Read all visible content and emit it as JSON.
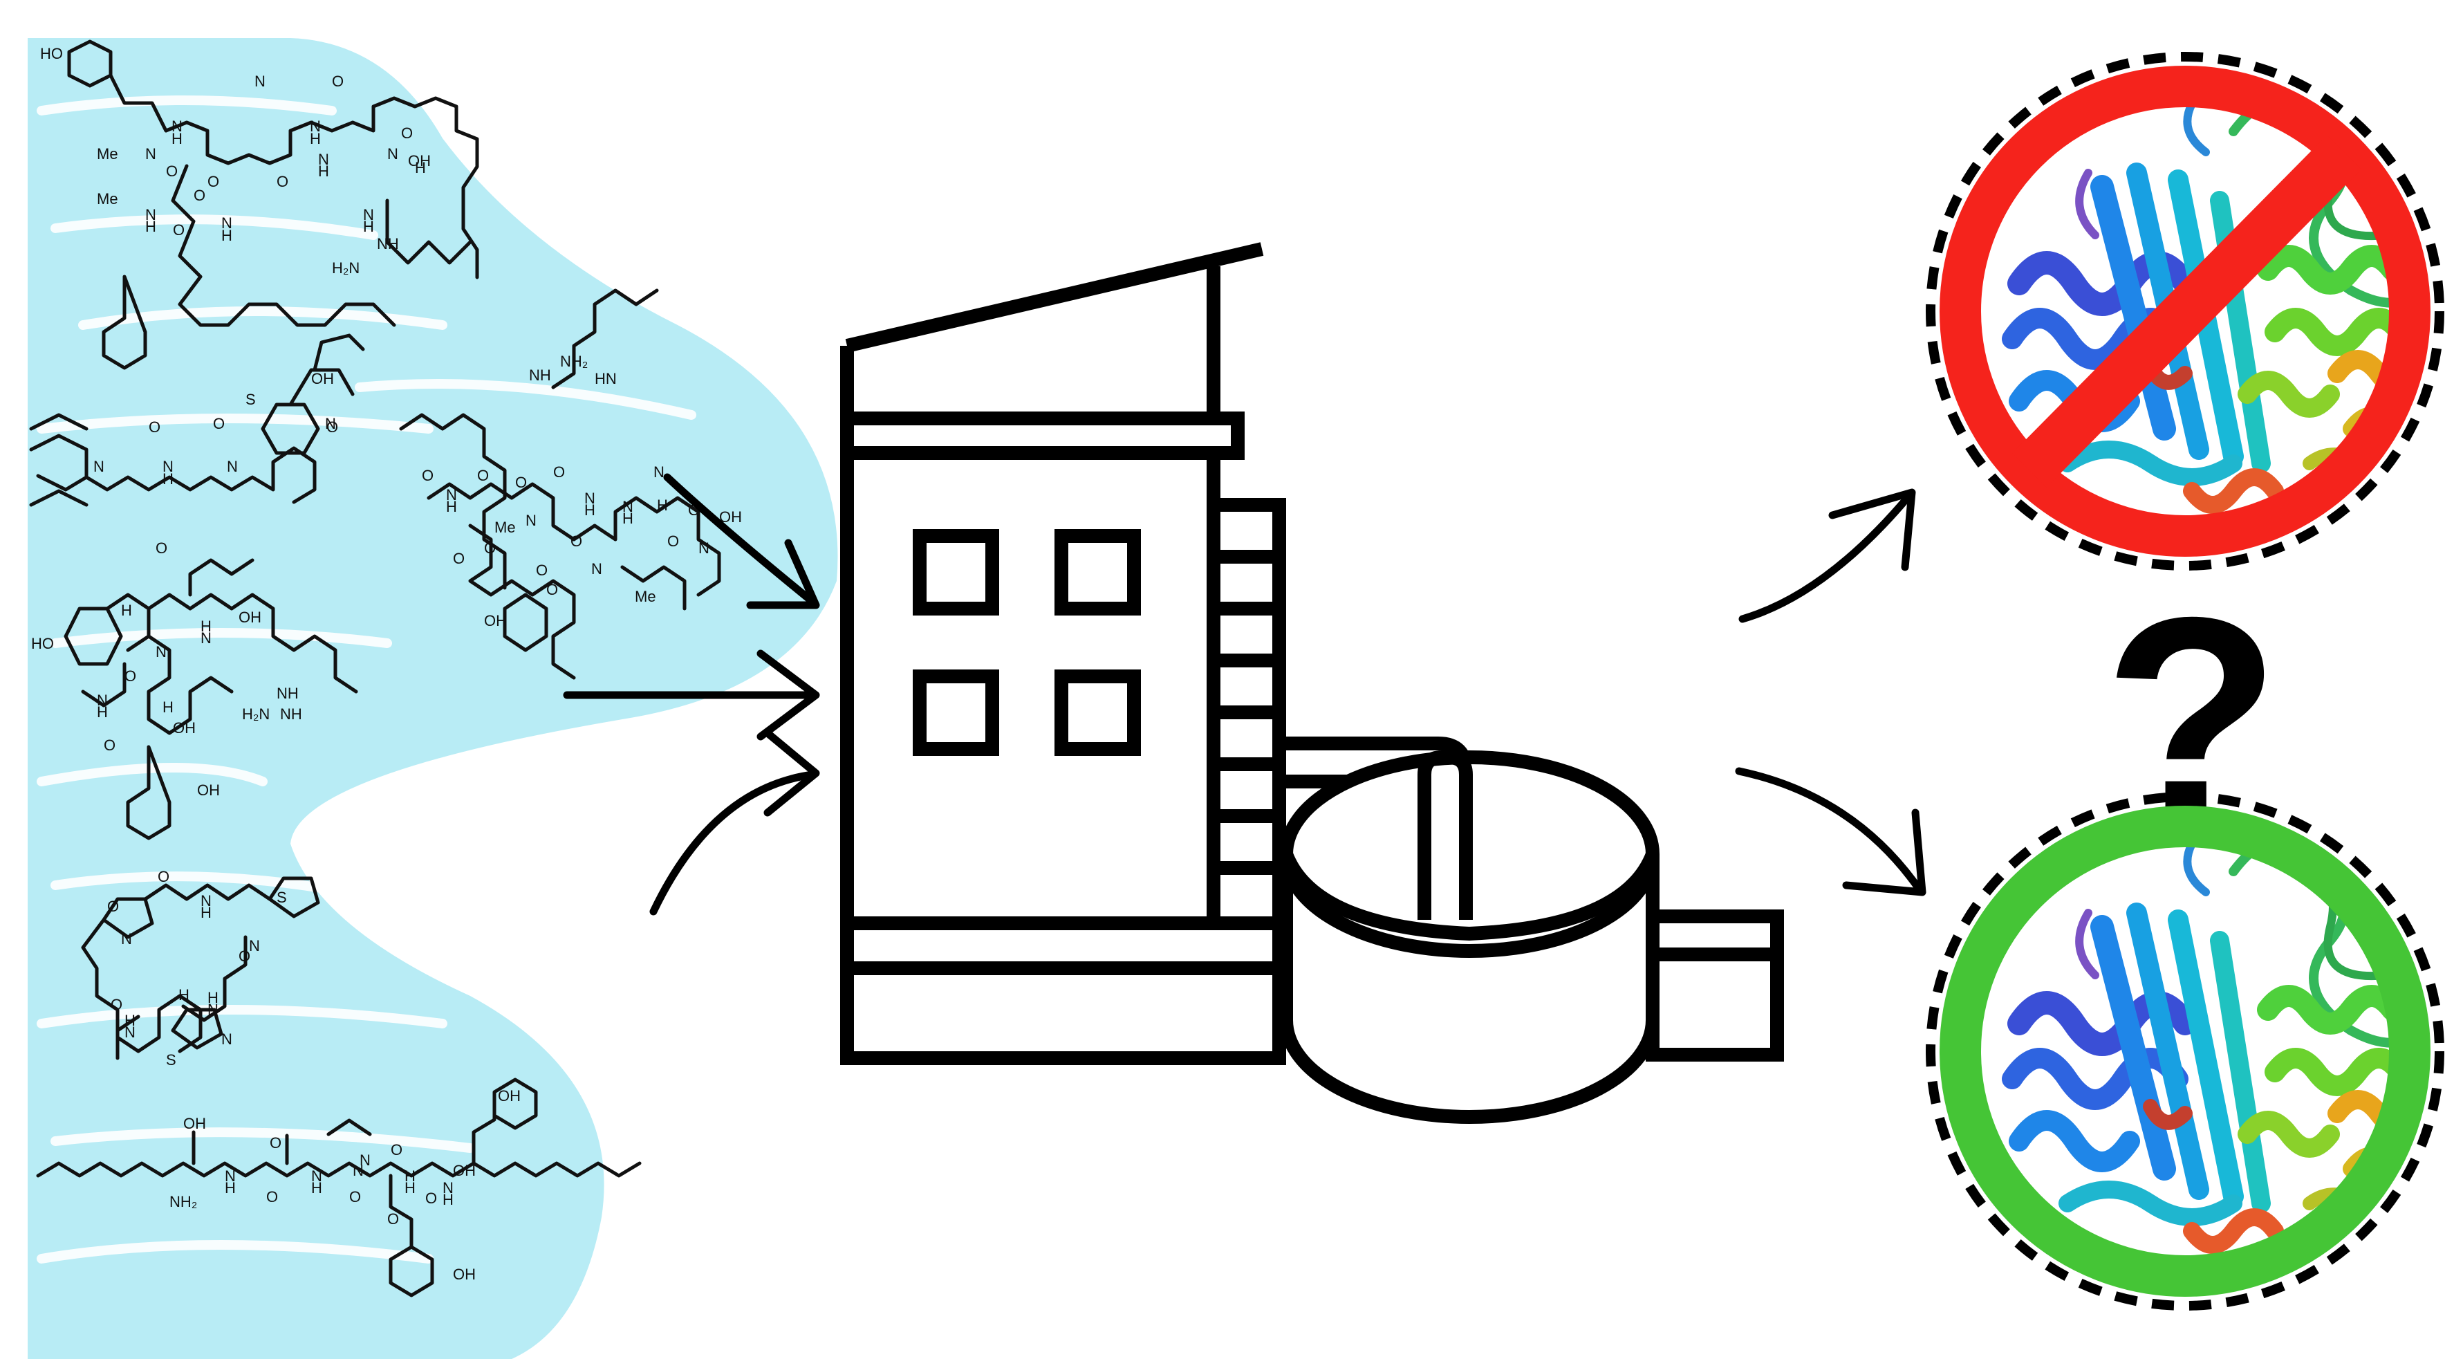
{
  "colors": {
    "water": "#b8ecf5",
    "ink": "#000000",
    "forbidden_red": "#f5231c",
    "allowed_green": "#45c536",
    "question_mark": "#000000",
    "protein_palette": [
      "#3a4fd6",
      "#1f86e8",
      "#18b8d8",
      "#35c98a",
      "#4fd03c",
      "#8ad12b",
      "#e8a51c",
      "#e65a2b",
      "#c43f2e"
    ]
  },
  "icons": {
    "water_body": "water-icon",
    "treatment_plant": "factory-icon",
    "settling_tank": "tank-icon",
    "prohibited": "prohibition-icon",
    "approved": "approval-ring-icon",
    "protein": "protein-ribbon-icon"
  },
  "molecules": [
    {
      "name": "peptide-1",
      "labels": [
        "HO",
        "H",
        "N",
        "N",
        "O",
        "O",
        "O",
        "N",
        "H",
        "O",
        "Me",
        "N",
        "N",
        "O",
        "H",
        "O",
        "OH",
        "Me",
        "N",
        "H",
        "O",
        "H",
        "N",
        "H",
        "N",
        "H",
        "N",
        "H₂N",
        "NH"
      ]
    },
    {
      "name": "peptide-2",
      "labels": [
        "OH",
        "S",
        "O",
        "N",
        "O",
        "N",
        "H",
        "N",
        "O",
        "N"
      ]
    },
    {
      "name": "peptide-3",
      "labels": [
        "NH₂",
        "NH",
        "HN",
        "O",
        "O",
        "H",
        "N",
        "O",
        "N",
        "O",
        "H",
        "N",
        "N",
        "H",
        "H",
        "N",
        "O",
        "O",
        "N",
        "N",
        "OH",
        "O",
        "O",
        "O",
        "Me",
        "O",
        "Me",
        "O",
        "OH"
      ]
    },
    {
      "name": "peptide-4",
      "labels": [
        "H",
        "O",
        "N",
        "H",
        "N",
        "OH",
        "HO",
        "N",
        "H",
        "O",
        "O",
        "NH",
        "H",
        "OH",
        "H₂N",
        "NH",
        "OH"
      ]
    },
    {
      "name": "peptide-5",
      "labels": [
        "O",
        "O",
        "N",
        "H",
        "N",
        "S",
        "N",
        "O",
        "H",
        "N",
        "N",
        "N",
        "H",
        "H",
        "O",
        "S"
      ]
    },
    {
      "name": "peptide-6",
      "labels": [
        "OH",
        "OH",
        "H",
        "O",
        "H",
        "O",
        "N",
        "N",
        "N",
        "H",
        "NH₂",
        "O",
        "H",
        "O",
        "O",
        "OH",
        "N",
        "N",
        "H",
        "O",
        "OH"
      ]
    }
  ],
  "question_mark": "?"
}
